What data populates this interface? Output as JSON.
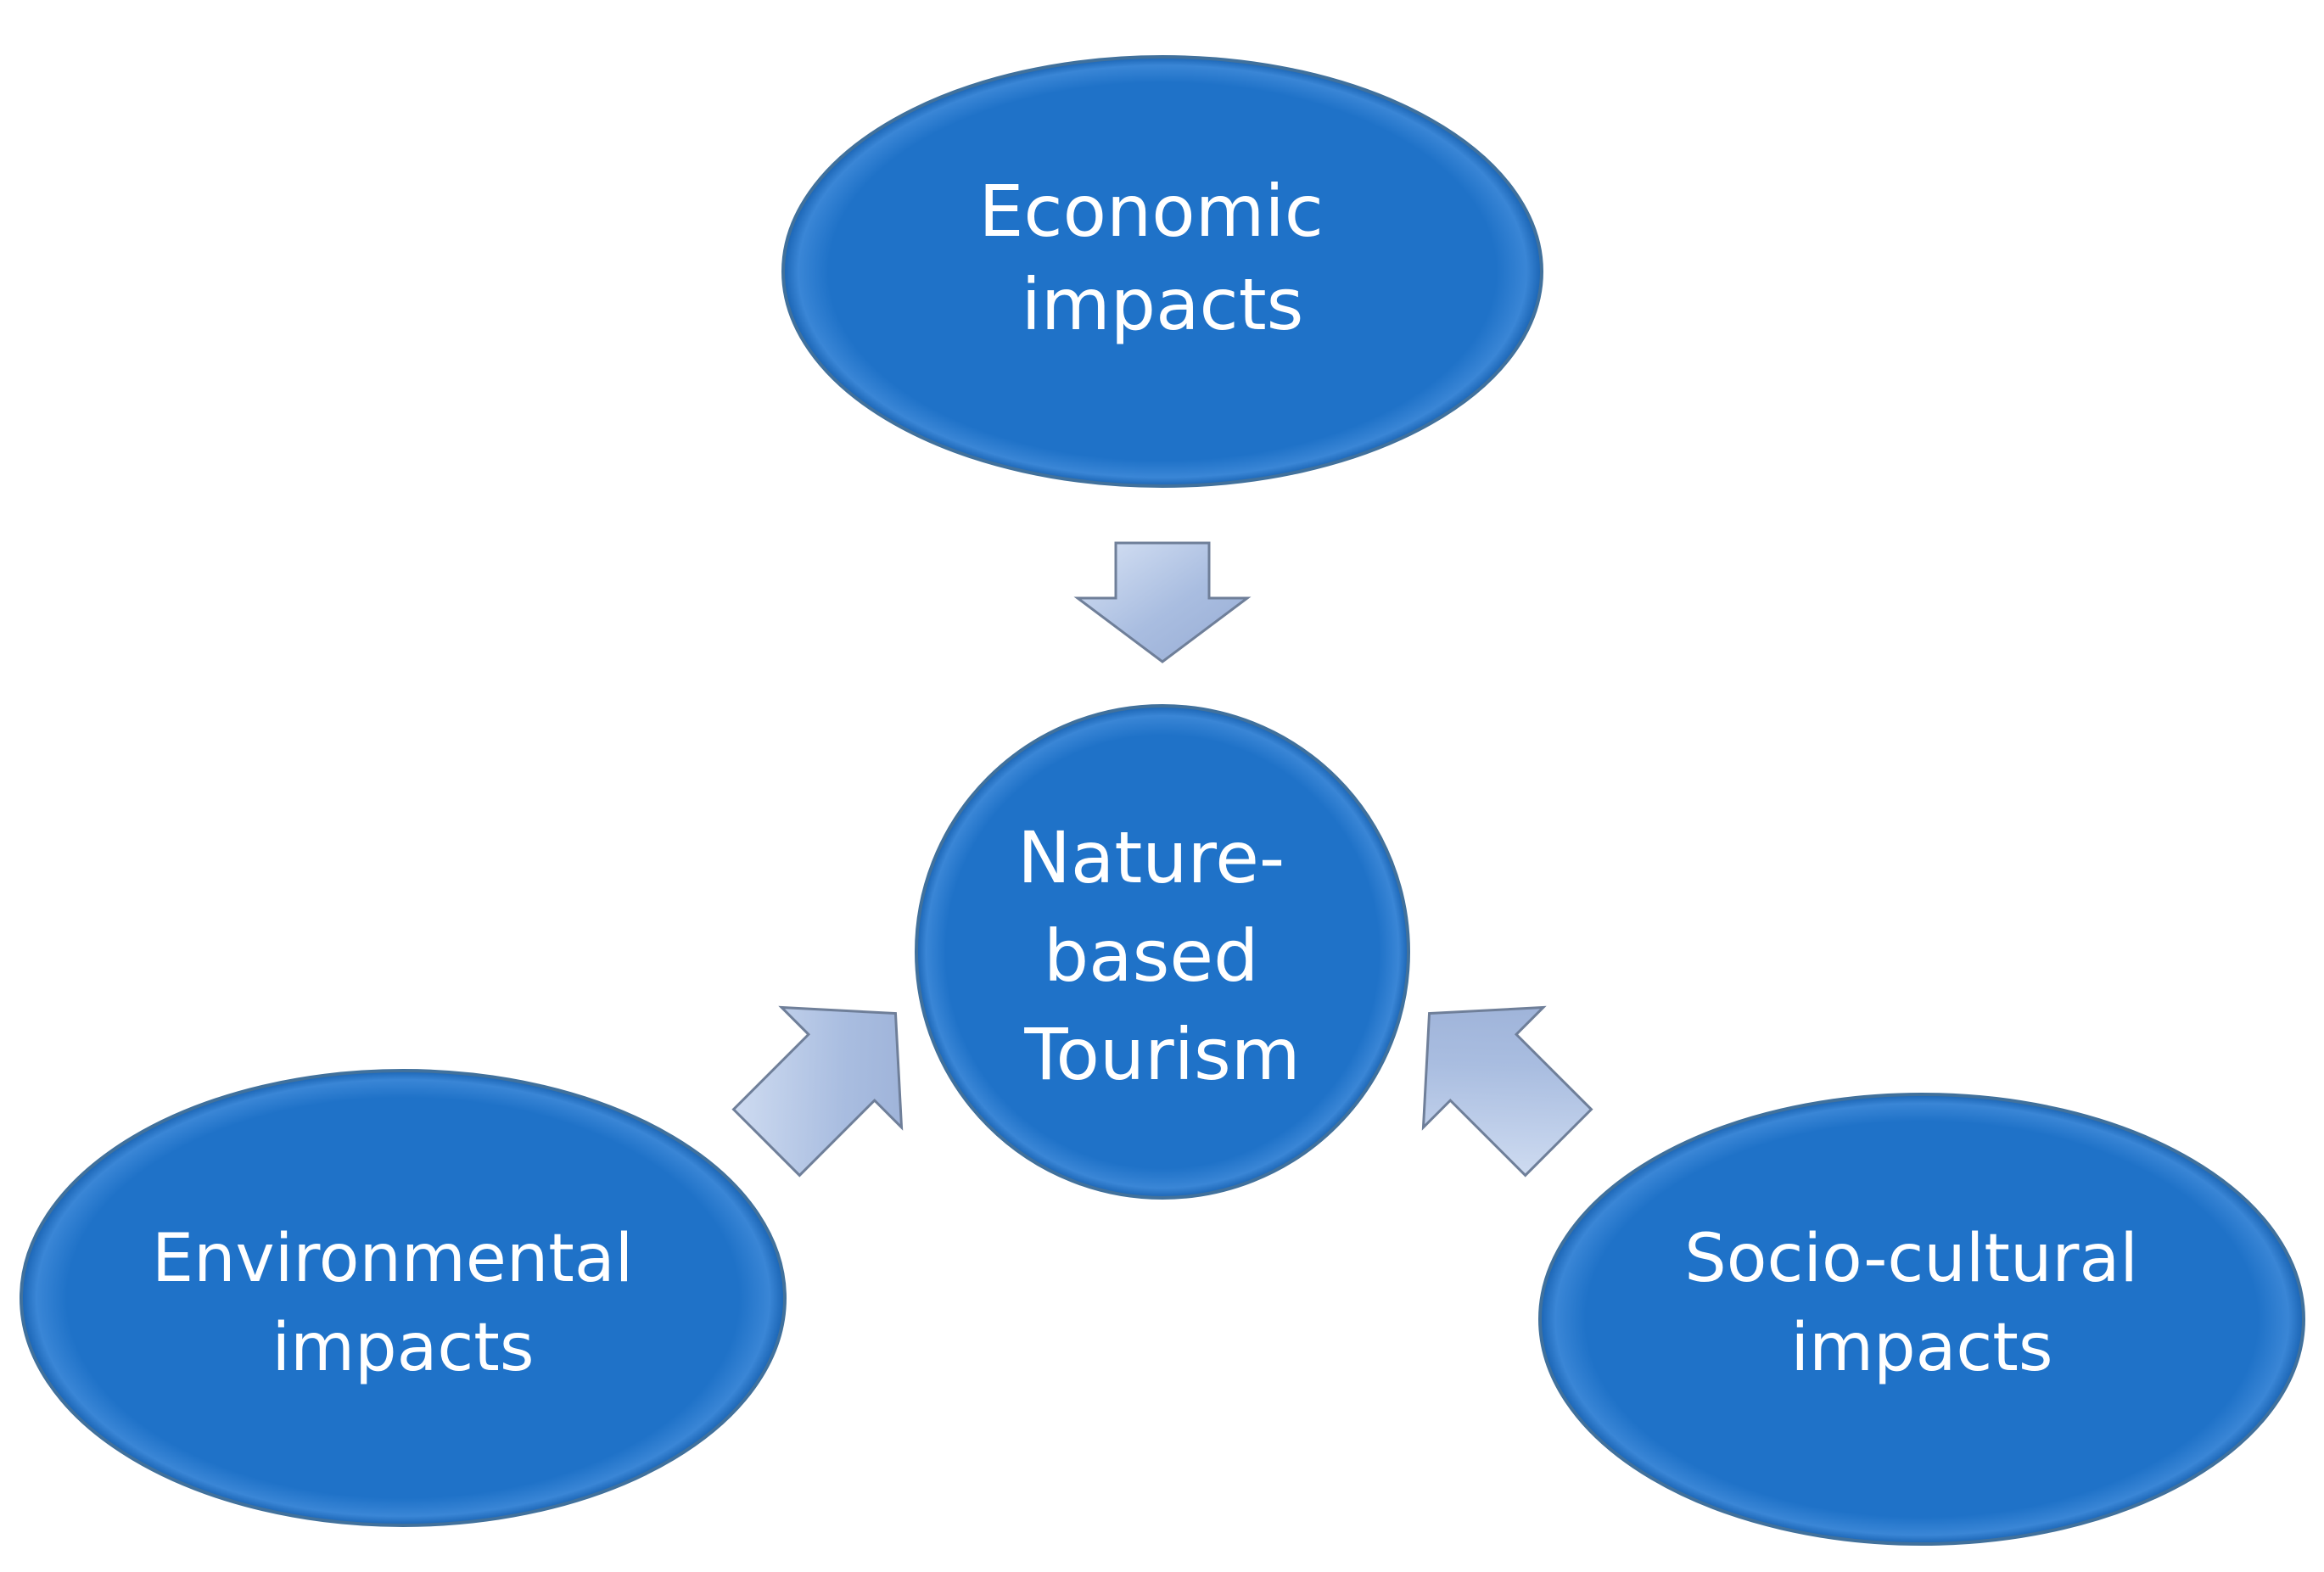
{
  "nodes": {
    "economic": {
      "line1": "Economic",
      "line2": "impacts"
    },
    "center": {
      "line1": "Nature-",
      "line2": "based",
      "line3": "Tourism"
    },
    "environmental": {
      "line1": "Environmental",
      "line2": "impacts"
    },
    "sociocultural": {
      "line1": "Socio-cultural",
      "line2": "impacts"
    }
  },
  "colors": {
    "node_fill": "#1f72c8",
    "node_highlight": "#5a9de0",
    "arrow_fill": "#a9bde0",
    "arrow_highlight": "#d8e3f5",
    "label": "#ffffff"
  },
  "icons": {
    "arrow": "block-arrow"
  }
}
